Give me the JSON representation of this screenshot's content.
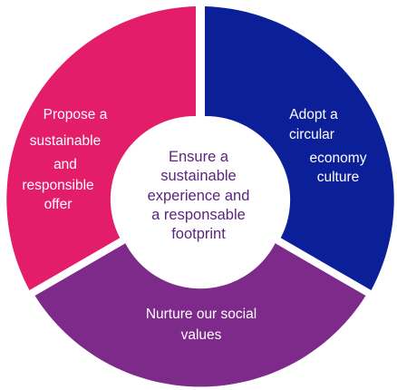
{
  "diagram": {
    "segments": [
      {
        "id": "top-right",
        "color": "#0b1f99",
        "lines": [
          "Adopt a",
          "circular",
          "economy",
          "culture"
        ]
      },
      {
        "id": "bottom",
        "color": "#7e2a8a",
        "lines": [
          "Nurture our social",
          "values"
        ]
      },
      {
        "id": "top-left",
        "color": "#e41d6b",
        "lines": [
          "Propose a",
          "sustainable",
          "and",
          "responsible",
          "offer"
        ]
      }
    ],
    "center": {
      "color": "#ffffff",
      "lines": [
        "Ensure a",
        "sustainable",
        "experience and",
        "a responsable",
        "footprint"
      ]
    }
  }
}
